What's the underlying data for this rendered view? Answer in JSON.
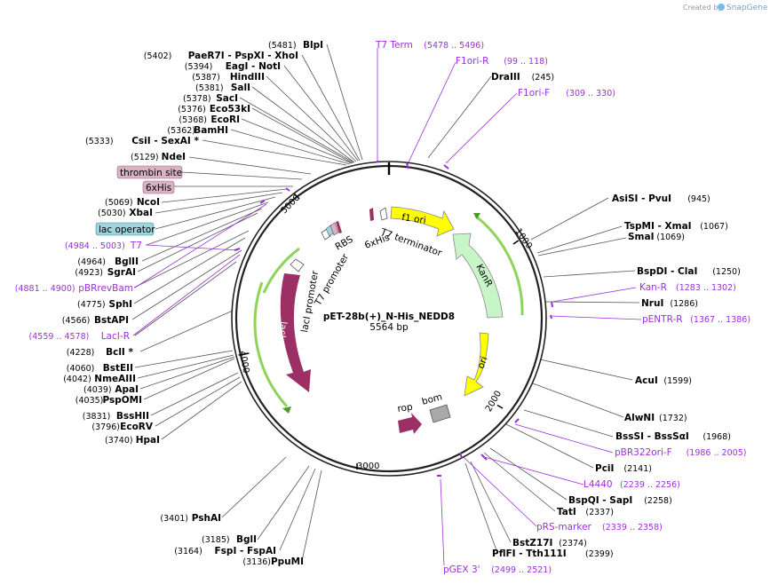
{
  "watermark": {
    "created_by": "Created by",
    "brand": "SnapGene"
  },
  "plasmid": {
    "name": "pET-28b(+)_N-His_NEDD8",
    "length": "5564 bp"
  },
  "ticks": [
    "1000",
    "2000",
    "3000",
    "4000",
    "5000"
  ],
  "left_sites": [
    {
      "name": "BlpI",
      "pos": "(5481)"
    },
    {
      "name": "PaeR7I - PspXI - XhoI",
      "pos": "(5402)"
    },
    {
      "name": "EagI - NotI",
      "pos": "(5394)"
    },
    {
      "name": "HindIII",
      "pos": "(5387)"
    },
    {
      "name": "SalI",
      "pos": "(5381)"
    },
    {
      "name": "SacI",
      "pos": "(5378)"
    },
    {
      "name": "Eco53kI",
      "pos": "(5376)"
    },
    {
      "name": "EcoRI",
      "pos": "(5368)"
    },
    {
      "name": "BamHI",
      "pos": "(5362)"
    },
    {
      "name": "CsiI - SexAI *",
      "pos": "(5333)"
    },
    {
      "name": "NdeI",
      "pos": "(5129)"
    },
    {
      "name": "NcoI",
      "pos": "(5069)"
    },
    {
      "name": "XbaI",
      "pos": "(5030)"
    },
    {
      "name": "BglII",
      "pos": "(4964)"
    },
    {
      "name": "SgrAI",
      "pos": "(4923)"
    },
    {
      "name": "SphI",
      "pos": "(4775)"
    },
    {
      "name": "BstAPI",
      "pos": "(4566)"
    },
    {
      "name": "BclI *",
      "pos": "(4228)"
    },
    {
      "name": "BstEII",
      "pos": "(4060)"
    },
    {
      "name": "NmeAIII",
      "pos": "(4042)"
    },
    {
      "name": "ApaI",
      "pos": "(4039)"
    },
    {
      "name": "PspOMI",
      "pos": "(4035)"
    },
    {
      "name": "BssHII",
      "pos": "(3831)"
    },
    {
      "name": "EcoRV",
      "pos": "(3796)"
    },
    {
      "name": "HpaI",
      "pos": "(3740)"
    },
    {
      "name": "PshAI",
      "pos": "(3401)"
    },
    {
      "name": "BglI",
      "pos": "(3185)"
    },
    {
      "name": "FspI - FspAI",
      "pos": "(3164)"
    },
    {
      "name": "PpuMI",
      "pos": "(3136)"
    }
  ],
  "right_sites": [
    {
      "name": "DraIII",
      "pos": "(245)"
    },
    {
      "name": "AsiSI - PvuI",
      "pos": "(945)"
    },
    {
      "name": "TspMI - XmaI",
      "pos": "(1067)"
    },
    {
      "name": "SmaI",
      "pos": "(1069)"
    },
    {
      "name": "BspDI - ClaI",
      "pos": "(1250)"
    },
    {
      "name": "NruI",
      "pos": "(1286)"
    },
    {
      "name": "AcuI",
      "pos": "(1599)"
    },
    {
      "name": "AlwNI",
      "pos": "(1732)"
    },
    {
      "name": "BssSI - BssSαI",
      "pos": "(1968)"
    },
    {
      "name": "PciI",
      "pos": "(2141)"
    },
    {
      "name": "BspQI - SapI",
      "pos": "(2258)"
    },
    {
      "name": "TatI",
      "pos": "(2337)"
    },
    {
      "name": "BstZ17I",
      "pos": "(2374)"
    },
    {
      "name": "PflFI - Tth111I",
      "pos": "(2399)"
    }
  ],
  "primers": [
    {
      "name": "T7 Term",
      "pos": "(5478 .. 5496)"
    },
    {
      "name": "F1ori-R",
      "pos": "(99 .. 118)"
    },
    {
      "name": "F1ori-F",
      "pos": "(309 .. 330)"
    },
    {
      "name": "Kan-R",
      "pos": "(1283 .. 1302)"
    },
    {
      "name": "pENTR-R",
      "pos": "(1367 .. 1386)"
    },
    {
      "name": "pBR322ori-F",
      "pos": "(1986 .. 2005)"
    },
    {
      "name": "L4440",
      "pos": "(2239 .. 2256)"
    },
    {
      "name": "pRS-marker",
      "pos": "(2339 .. 2358)"
    },
    {
      "name": "pGEX 3'",
      "pos": "(2499 .. 2521)"
    },
    {
      "name": "T7",
      "pos": "(4984 .. 5003)"
    },
    {
      "name": "pBRrevBam",
      "pos": "(4881 .. 4900)"
    },
    {
      "name": "LacI-R",
      "pos": "(4559 .. 4578)"
    }
  ],
  "boxed_features": [
    "thrombin site",
    "6xHis",
    "lac operator"
  ],
  "features": {
    "f1_ori": "f1 ori",
    "kanr": "KanR",
    "ori": "ori",
    "bom": "bom",
    "rop": "rop",
    "laci": "lacI",
    "laci_promoter": "lacI promoter",
    "t7_promoter": "T7 promoter",
    "rbs": "RBS",
    "his": "6xHis",
    "t7_terminator": "T7 terminator"
  },
  "colors": {
    "backbone": "#222222",
    "primer": "#9b30d9",
    "laci": "#9c2f63",
    "rop": "#9c2f63",
    "ori": "#ffff00",
    "f1_ori": "#ffff00",
    "kanr": "#c8f5c8",
    "promoter_arc": "#8fd35a",
    "bom": "#a9a9a9",
    "thrombin_box": "#d9b3c4",
    "his_box": "#d9b3c4",
    "lacop_box": "#9fd4dc"
  }
}
